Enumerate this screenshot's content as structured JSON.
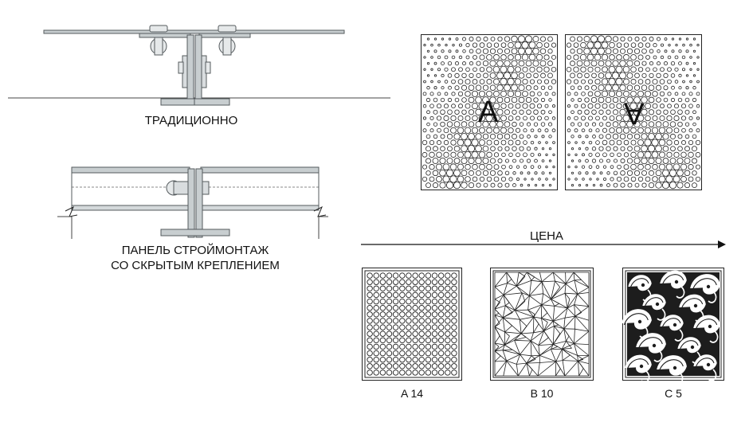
{
  "diagram": {
    "traditional_caption": "ТРАДИЦИОННО",
    "hidden_caption_line1": "ПАНЕЛЬ СТРОЙМОНТАЖ",
    "hidden_caption_line2": "СО СКРЫТЫМ КРЕПЛЕНИЕМ",
    "price_label": "ЦЕНА",
    "pattern_letter": "A",
    "panels": [
      {
        "code": "A 14",
        "pattern": "circle-grid"
      },
      {
        "code": "B 10",
        "pattern": "triangular-mesh"
      },
      {
        "code": "C 5",
        "pattern": "floral-ornament"
      }
    ],
    "colors": {
      "metal": "#c8ced0",
      "metal_edge": "#555b5e",
      "line": "#222222"
    }
  }
}
